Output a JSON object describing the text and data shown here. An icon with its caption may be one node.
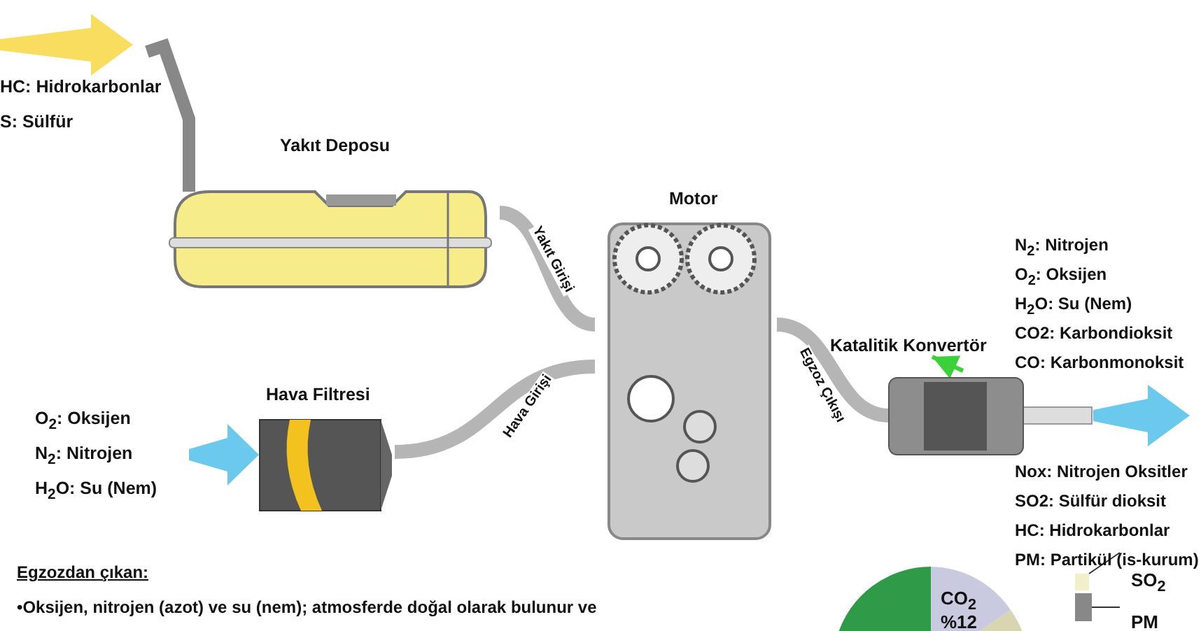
{
  "diagram": {
    "nodes": [
      {
        "text": [
          "HC: Hidrokarbonlar",
          "S: Sülfür"
        ]
      },
      {
        "text": [
          "Yakıt Deposu"
        ]
      },
      {
        "text": [
          "Motor"
        ]
      },
      {
        "text": [
          "O$_{2}$: Oksijen",
          "N$_{2}$: Nitrojen",
          "H$_{2}$O: Su (Nem)"
        ]
      },
      {
        "text": [
          "Hava Filtresi"
        ]
      },
      {
        "text": [
          "Katalitik Konvertör"
        ]
      },
      {
        "text": [],
        "shape": "picture"
      }
    ],
    "edges": [
      {
        "from": null,
        "to": 1,
        "arrow": "to",
        "style": "thick",
        "color": "#f7d94c"
      },
      {
        "from": 1,
        "to": 2,
        "arrow": "none",
        "label": "Yakıt Girişi"
      },
      {
        "from": 3,
        "to": 4,
        "arrow": "to",
        "style": "thick",
        "color": "#5cc3ec"
      },
      {
        "from": 4,
        "to": 2,
        "arrow": "none",
        "label": "Hava Girişi"
      },
      {
        "from": 2,
        "to": 6,
        "arrow": "none",
        "label": "Egzoz Çıkışı"
      },
      {
        "from": 6,
        "to": 5,
        "arrow": "to",
        "color": "#3ad13a"
      },
      {
        "from": 6,
        "to": null,
        "arrow": "to",
        "style": "thick",
        "color": "#5cc3ec"
      }
    ],
    "labels": [
      "N$_{2}$: Nitrojen",
      "O$_{2}$: Oksijen",
      "H$_{2}$O: Su (Nem)",
      "CO2: Karbondioksit",
      "CO: Karbonmonoksit",
      "Nox: Nitrojen Oksitler",
      "SO2: Sülfür dioksit",
      "HC: Hidrokarbonlar",
      "PM: Partikül (is-kurum)",
      "Egzozdan çıkan:",
      "•Oksijen, nitrojen (azot) ve su (nem); atmosferde doğal olarak bulunur ve",
      "CO$_{2}$",
      "%12",
      "SO$_{2}$",
      "PM"
    ]
  }
}
